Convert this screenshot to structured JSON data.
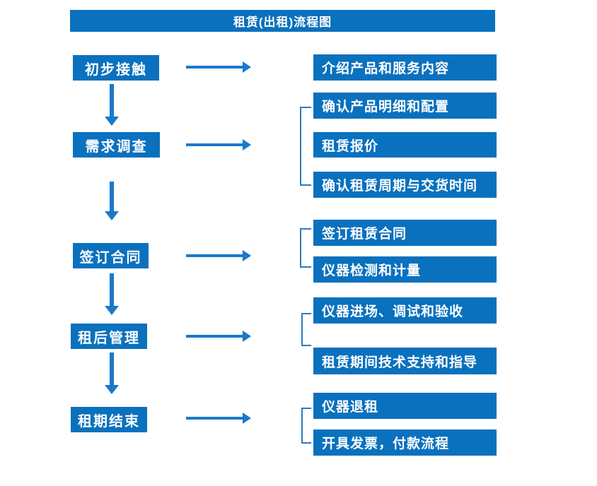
{
  "title": "租赁(出租)流程图",
  "colors": {
    "primary_blue": "#0a71be",
    "arrow_blue": "#1879cb",
    "bracket_blue": "#2e7bbe",
    "text_white": "#ffffff",
    "background": "#ffffff"
  },
  "flow": {
    "stages": [
      {
        "label": "初步接触",
        "details": [
          "介绍产品和服务内容"
        ]
      },
      {
        "label": "需求调查",
        "details": [
          "确认产品明细和配置",
          "租赁报价",
          "确认租赁周期与交货时间"
        ]
      },
      {
        "label": "签订合同",
        "details": [
          "签订租赁合同",
          "仪器检测和计量"
        ]
      },
      {
        "label": "租后管理",
        "details": [
          "仪器进场、调试和验收",
          "租赁期间技术支持和指导"
        ]
      },
      {
        "label": "租期结束",
        "details": [
          "仪器退租",
          "开具发票，付款流程"
        ]
      }
    ]
  }
}
